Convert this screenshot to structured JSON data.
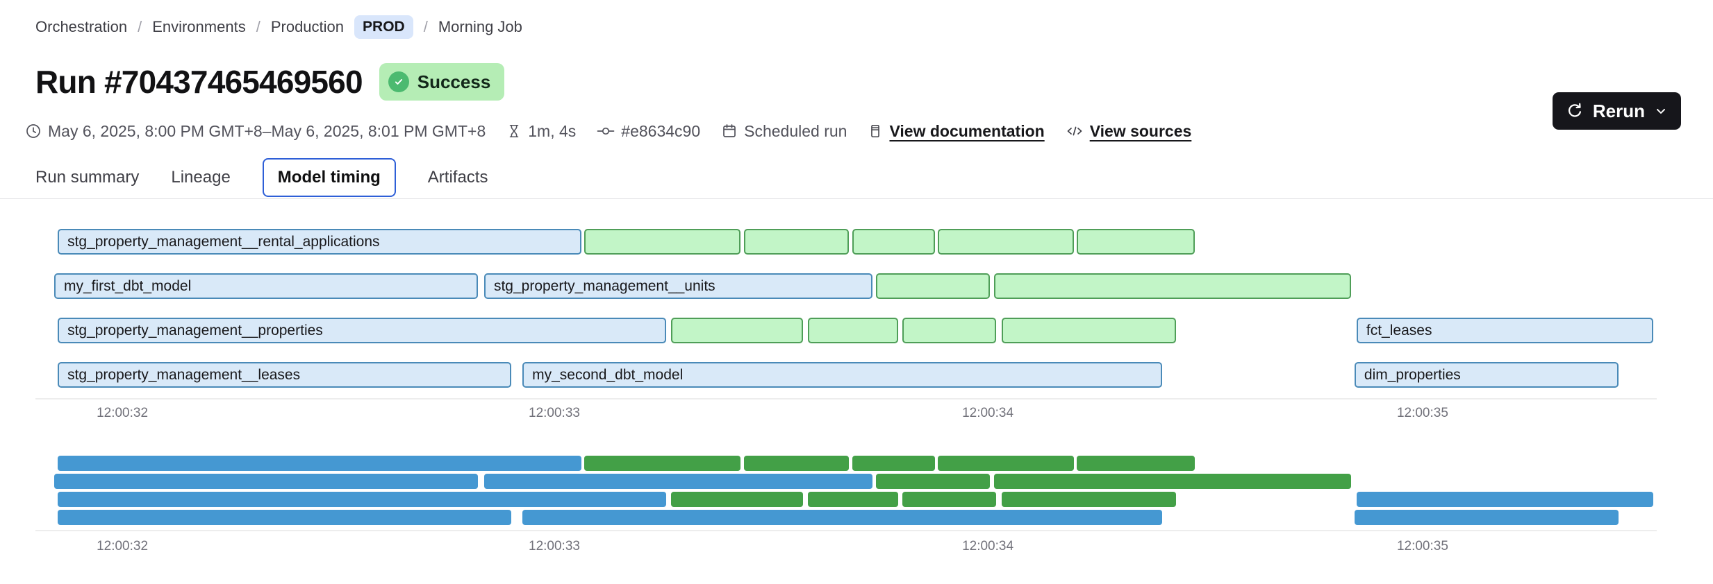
{
  "breadcrumb": {
    "separator": "/",
    "items": [
      {
        "label": "Orchestration"
      },
      {
        "label": "Environments"
      },
      {
        "label": "Production"
      },
      {
        "label": "Morning Job"
      }
    ],
    "env_badge": "PROD"
  },
  "header": {
    "title": "Run #70437465469560",
    "status_badge": "Success",
    "rerun_label": "Rerun"
  },
  "meta": {
    "time_range": "May 6, 2025, 8:00 PM GMT+8–May 6, 2025, 8:01 PM GMT+8",
    "duration": "1m, 4s",
    "commit": "#e8634c90",
    "trigger": "Scheduled run",
    "doc_link": "View documentation",
    "sources_link": "View sources"
  },
  "tabs": [
    {
      "label": "Run summary",
      "active": false
    },
    {
      "label": "Lineage",
      "active": false
    },
    {
      "label": "Model timing",
      "active": true
    },
    {
      "label": "Artifacts",
      "active": false
    }
  ],
  "colors": {
    "active_tab_border": "#2e5fd7",
    "env_badge_bg": "#d9e6fb",
    "success_badge_bg": "#b5edb5",
    "success_icon": "#4cba70",
    "rerun_button_bg": "#16161b",
    "model_bar_fill": "#d9e9f8",
    "model_bar_border": "#4a8ab8",
    "other_bar_fill": "#c2f5c7",
    "other_bar_border": "#4f9e58",
    "overview_model_bar": "#4598d2",
    "overview_other_bar": "#43a047"
  },
  "chart_data": {
    "type": "gantt",
    "title": "Model timing",
    "x_ticks": {
      "labels": [
        "12:00:32",
        "12:00:33",
        "12:00:34",
        "12:00:35"
      ],
      "positions_pct": [
        4.25,
        31.21,
        58.26,
        85.39
      ]
    },
    "rows": [
      {
        "bars": [
          {
            "label": "stg_property_management__rental_applications",
            "color": "blue",
            "start_pct": 0.22,
            "end_pct": 32.9
          },
          {
            "label": "",
            "color": "green",
            "start_pct": 33.07,
            "end_pct": 42.83
          },
          {
            "label": "",
            "color": "green",
            "start_pct": 43.04,
            "end_pct": 49.59
          },
          {
            "label": "",
            "color": "green",
            "start_pct": 49.8,
            "end_pct": 54.96
          },
          {
            "label": "",
            "color": "green",
            "start_pct": 55.14,
            "end_pct": 63.63
          },
          {
            "label": "",
            "color": "green",
            "start_pct": 63.81,
            "end_pct": 71.17
          }
        ]
      },
      {
        "bars": [
          {
            "label": "my_first_dbt_model",
            "color": "blue",
            "start_pct": 0.0,
            "end_pct": 26.44
          },
          {
            "label": "stg_property_management__units",
            "color": "blue",
            "start_pct": 26.83,
            "end_pct": 51.06
          },
          {
            "label": "",
            "color": "green",
            "start_pct": 51.28,
            "end_pct": 58.39
          },
          {
            "label": "",
            "color": "green",
            "start_pct": 58.65,
            "end_pct": 80.93
          }
        ]
      },
      {
        "bars": [
          {
            "label": "stg_property_management__properties",
            "color": "blue",
            "start_pct": 0.22,
            "end_pct": 38.19
          },
          {
            "label": "",
            "color": "green",
            "start_pct": 38.49,
            "end_pct": 46.73
          },
          {
            "label": "",
            "color": "green",
            "start_pct": 47.03,
            "end_pct": 52.67
          },
          {
            "label": "",
            "color": "green",
            "start_pct": 52.93,
            "end_pct": 58.78
          },
          {
            "label": "",
            "color": "green",
            "start_pct": 59.12,
            "end_pct": 70.0
          },
          {
            "label": "fct_leases",
            "color": "blue",
            "start_pct": 81.27,
            "end_pct": 99.78
          }
        ]
      },
      {
        "bars": [
          {
            "label": "stg_property_management__leases",
            "color": "blue",
            "start_pct": 0.22,
            "end_pct": 28.52
          },
          {
            "label": "my_second_dbt_model",
            "color": "blue",
            "start_pct": 29.22,
            "end_pct": 69.14
          },
          {
            "label": "dim_properties",
            "color": "blue",
            "start_pct": 81.14,
            "end_pct": 97.62
          }
        ]
      }
    ]
  }
}
